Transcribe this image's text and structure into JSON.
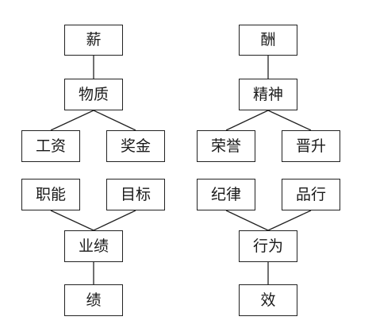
{
  "nodes": {
    "xin": "薪",
    "wuzhi": "物质",
    "gongzi": "工资",
    "jiangjin": "奖金",
    "zhineng": "职能",
    "mubiao": "目标",
    "yeji": "业绩",
    "ji": "绩",
    "chou": "酬",
    "jingshen": "精神",
    "rongyu": "荣誉",
    "jinsheng": "晋升",
    "jilv": "纪律",
    "pinxing": "品行",
    "xingwei": "行为",
    "xiao": "效"
  }
}
